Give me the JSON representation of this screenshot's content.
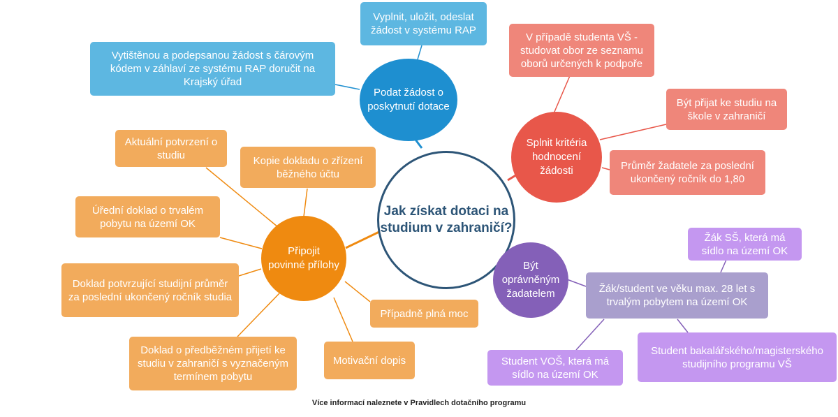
{
  "center": {
    "title": "Jak získat dotaci na studium v zahraničí?"
  },
  "hubs": {
    "apply": "Podat žádost o poskytnutí dotace",
    "criteria": "Splnit kritéria hodnocení žádosti",
    "eligible": "Být oprávněným žadatelem",
    "attachments": "Připojit povinné přílohy"
  },
  "apply_items": [
    "Vyplnit, uložit, odeslat žádost v systému RAP",
    "Vytištěnou a podepsanou žádost s čárovým kódem v záhlaví ze systému RAP doručit na Krajský úřad"
  ],
  "criteria_items": [
    "V případě studenta VŠ - studovat obor ze seznamu oborů určených k podpoře",
    "Být přijat ke studiu na škole v zahraničí",
    "Průměr žadatele za poslední ukončený ročník do 1,80"
  ],
  "eligible": {
    "main": "Žák/student ve věku max. 28 let s trvalým pobytem na území OK",
    "subs": [
      "Žák SŠ, která má sídlo na území OK",
      "Student VOŠ, která má sídlo na území OK",
      "Student bakalářského/magisterského studijního programu VŠ"
    ]
  },
  "attachment_items": [
    "Aktuální potvrzení o studiu",
    "Kopie dokladu o zřízení běžného účtu",
    "Úřední doklad o trvalém pobytu na území OK",
    "Doklad potvrzující studijní průměr za poslední ukončený ročník studia",
    "Případně plná moc",
    "Doklad o předběžném přijetí ke studiu v zahraničí s vyznačeným termínem pobytu",
    "Motivační dopis"
  ],
  "footer": "Více informací naleznete v Pravidlech dotačního programu",
  "colors": {
    "center_border": "#2d5577",
    "apply": "#1e8fd0",
    "apply_items": "#5db7e1",
    "criteria": "#e8574a",
    "criteria_items": "#ef867a",
    "eligible": "#8460b8",
    "eligible_main": "#a99fcd",
    "eligible_subs": "#c497f0",
    "attachments": "#ef8a10",
    "attachment_items": "#f2ab5c"
  }
}
